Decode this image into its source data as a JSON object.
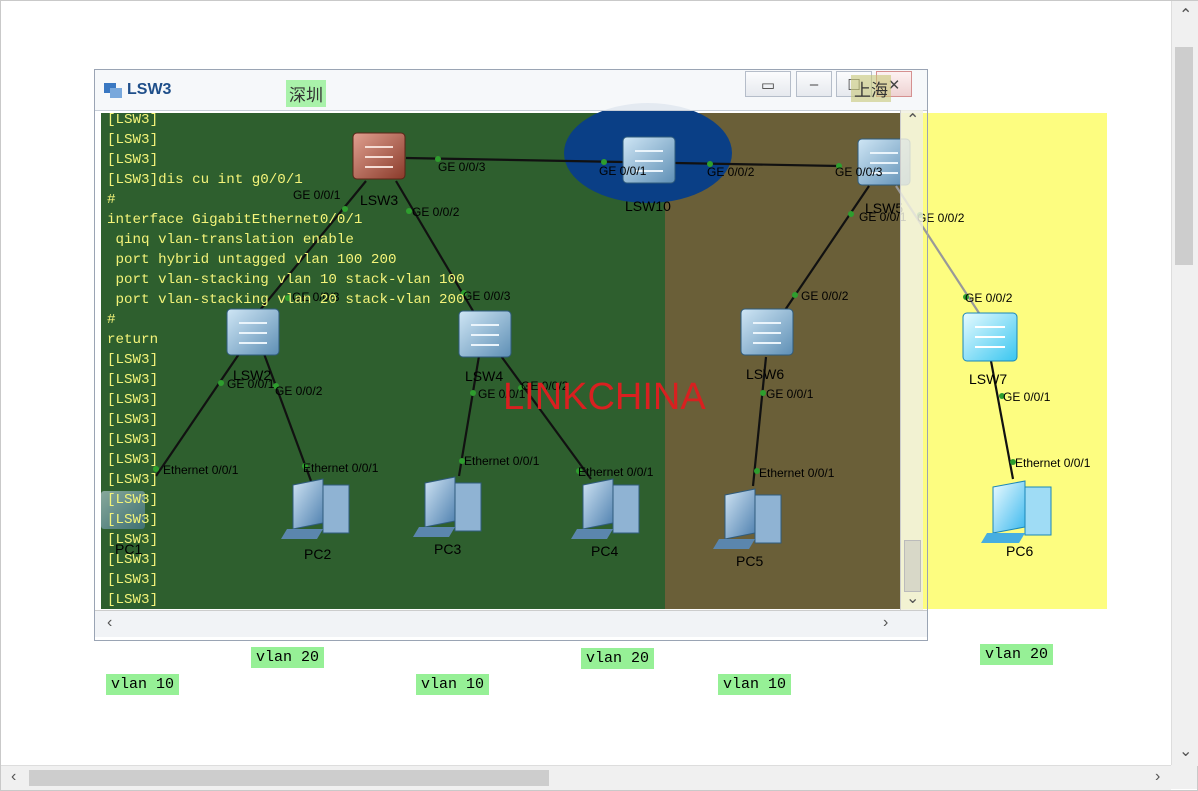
{
  "window": {
    "title": "LSW3"
  },
  "areas": {
    "left_label": "深圳",
    "right_label": "上海"
  },
  "terminal_lines": [
    "[LSW3]",
    "[LSW3]",
    "[LSW3]",
    "[LSW3]dis cu int g0/0/1",
    "#",
    "interface GigabitEthernet0/0/1",
    " qinq vlan-translation enable",
    " port hybrid untagged vlan 100 200",
    " port vlan-stacking vlan 10 stack-vlan 100",
    " port vlan-stacking vlan 20 stack-vlan 200",
    "#",
    "return",
    "[LSW3]",
    "[LSW3]",
    "[LSW3]",
    "[LSW3]",
    "[LSW3]",
    "[LSW3]",
    "[LSW3]",
    "[LSW3]",
    "[LSW3]",
    "[LSW3]",
    "[LSW3]",
    "[LSW3]",
    "[LSW3]"
  ],
  "devices": {
    "lsw3": "LSW3",
    "lsw10": "LSW10",
    "lsw5": "LSW5",
    "lsw2": "LSW2",
    "lsw4": "LSW4",
    "lsw6": "LSW6",
    "lsw7": "LSW7",
    "pc1": "PC1",
    "pc2": "PC2",
    "pc3": "PC3",
    "pc4": "PC4",
    "pc5": "PC5",
    "pc6": "PC6"
  },
  "ports": {
    "lsw3_g3": "GE 0/0/3",
    "lsw3_g1": "GE 0/0/1",
    "lsw3_g2": "GE 0/0/2",
    "lsw10_g1": "GE 0/0/1",
    "lsw10_g2": "GE 0/0/2",
    "lsw5_g3": "GE 0/0/3",
    "lsw5_g1": "GE 0/0/1",
    "lsw5_g2": "GE 0/0/2",
    "lsw2_up": "GE 0/0/3",
    "lsw2_g1": "GE 0/0/1",
    "lsw2_g2": "GE 0/0/2",
    "lsw4_up": "GE 0/0/3",
    "lsw4_g1": "GE 0/0/1",
    "lsw4_g2": "GE 0/0/2",
    "lsw6_up": "GE 0/0/2",
    "lsw6_g1": "GE 0/0/1",
    "lsw7_up": "GE 0/0/2",
    "lsw7_g1": "GE 0/0/1",
    "pc1_eth": "Ethernet 0/0/1",
    "pc2_eth": "Ethernet 0/0/1",
    "pc3_eth": "Ethernet 0/0/1",
    "pc4_eth": "Ethernet 0/0/1",
    "pc5_eth": "Ethernet 0/0/1",
    "pc6_eth": "Ethernet 0/0/1"
  },
  "watermark": "LINKCHINA",
  "vlan_labels": {
    "v1": "vlan 20",
    "v2": "vlan 20",
    "v3": "vlan 20",
    "v4": "vlan 10",
    "v5": "vlan 10",
    "v6": "vlan 10"
  },
  "colors": {
    "left_area": "#2e5f2e",
    "right_dark": "#6a5f38",
    "right_light": "#fdfd80",
    "terminal_text": "#f4f47a",
    "vlan_tag": "#96f096"
  }
}
